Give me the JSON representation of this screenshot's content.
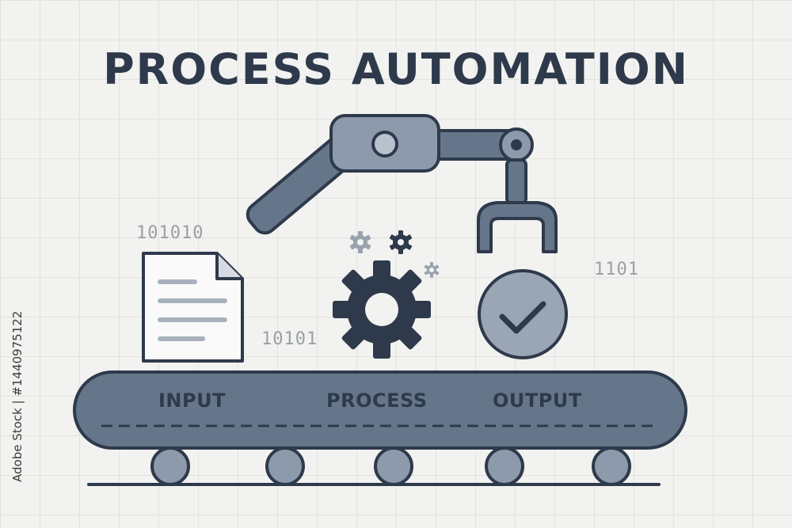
{
  "title": "PROCESS AUTOMATION",
  "binary_labels": [
    "101010",
    "10101",
    "1101"
  ],
  "stages": [
    "INPUT",
    "PROCESS",
    "OUTPUT"
  ],
  "side_id": "Adobe Stock | #1440975122",
  "icons": {
    "arm": "robotic-arm-icon",
    "document": "document-icon",
    "gear": "gear-icon",
    "check": "check-circle-icon"
  },
  "colors": {
    "dark": "#2e3a4b",
    "slate": "#66768a",
    "light_slate": "#8c9aac",
    "gray_text": "#9aa0a6",
    "background": "#f2f2f0"
  }
}
